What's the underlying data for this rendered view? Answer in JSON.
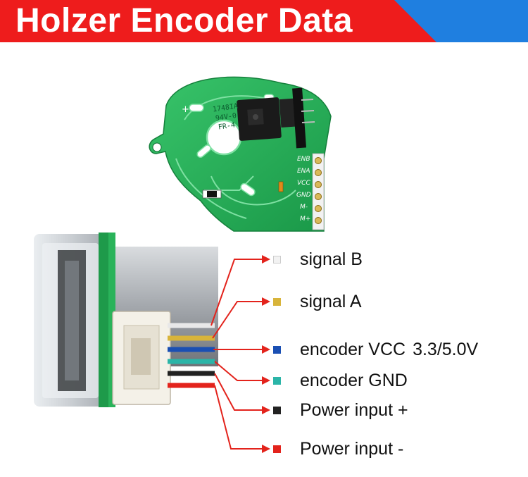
{
  "banner": {
    "title": "Holzer Encoder Data",
    "colors": {
      "red": "#ee1c1c",
      "blue": "#1f7fe0"
    }
  },
  "board": {
    "pins": [
      "ENB",
      "ENA",
      "VCC",
      "GND",
      "M-",
      "M+"
    ],
    "chip_text": [
      "1748IA",
      "94V-0",
      "FR-4"
    ],
    "plus_mark": "+"
  },
  "legend": [
    {
      "label": "signal  B",
      "color": "#f2f2f2",
      "extra": ""
    },
    {
      "label": "signal  A",
      "color": "#d8b43a",
      "extra": ""
    },
    {
      "label": "encoder VCC",
      "color": "#1a4fb3",
      "extra": "3.3/5.0V"
    },
    {
      "label": "encoder GND",
      "color": "#2bb5a8",
      "extra": ""
    },
    {
      "label": "Power input +",
      "color": "#222222",
      "extra": ""
    },
    {
      "label": "Power input -",
      "color": "#e3231c",
      "extra": ""
    }
  ]
}
